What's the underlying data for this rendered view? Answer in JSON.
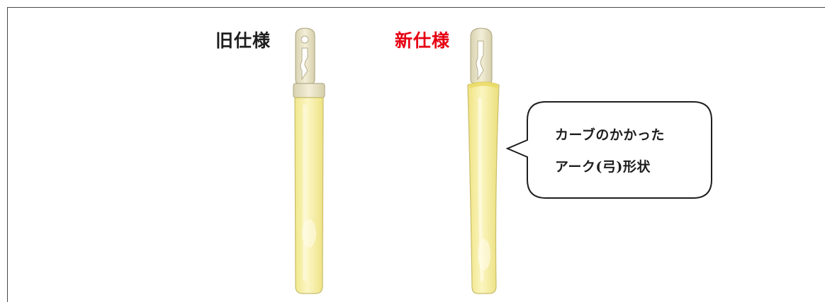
{
  "labels": {
    "old": "旧仕様",
    "new": "新仕様"
  },
  "callout": {
    "line1": "カーブのかかった",
    "line2": "アーク(弓)形状"
  },
  "colors": {
    "old_label": "#1e1e1e",
    "new_label": "#e60012",
    "stick_fill": "#f6f0a0",
    "cap_fill": "#e6e1c4"
  },
  "icons": {
    "old_stick": "glow-stick-icon",
    "new_stick": "arc-glow-stick-icon"
  }
}
